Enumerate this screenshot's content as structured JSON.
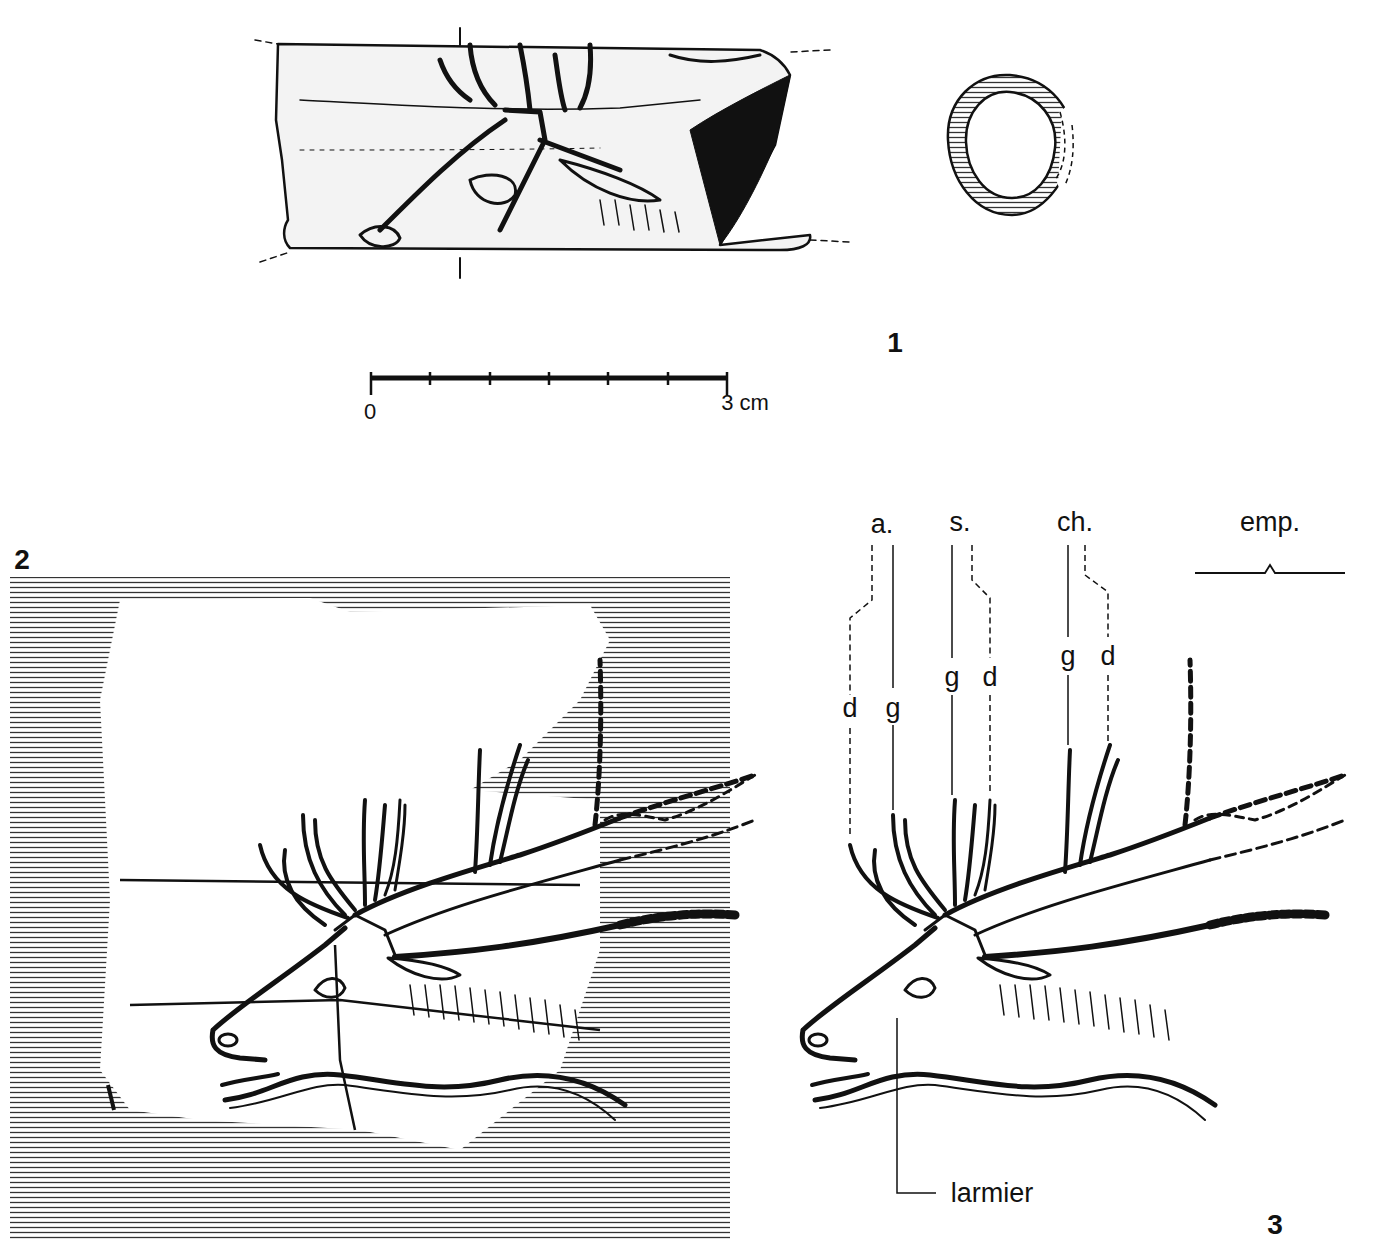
{
  "diagram": {
    "labels": [
      "1",
      "0",
      "3 cm",
      "2",
      "a.",
      "s.",
      "ch.",
      "emp.",
      "d",
      "g",
      "g",
      "d",
      "g",
      "d",
      "larmier",
      "3"
    ]
  }
}
